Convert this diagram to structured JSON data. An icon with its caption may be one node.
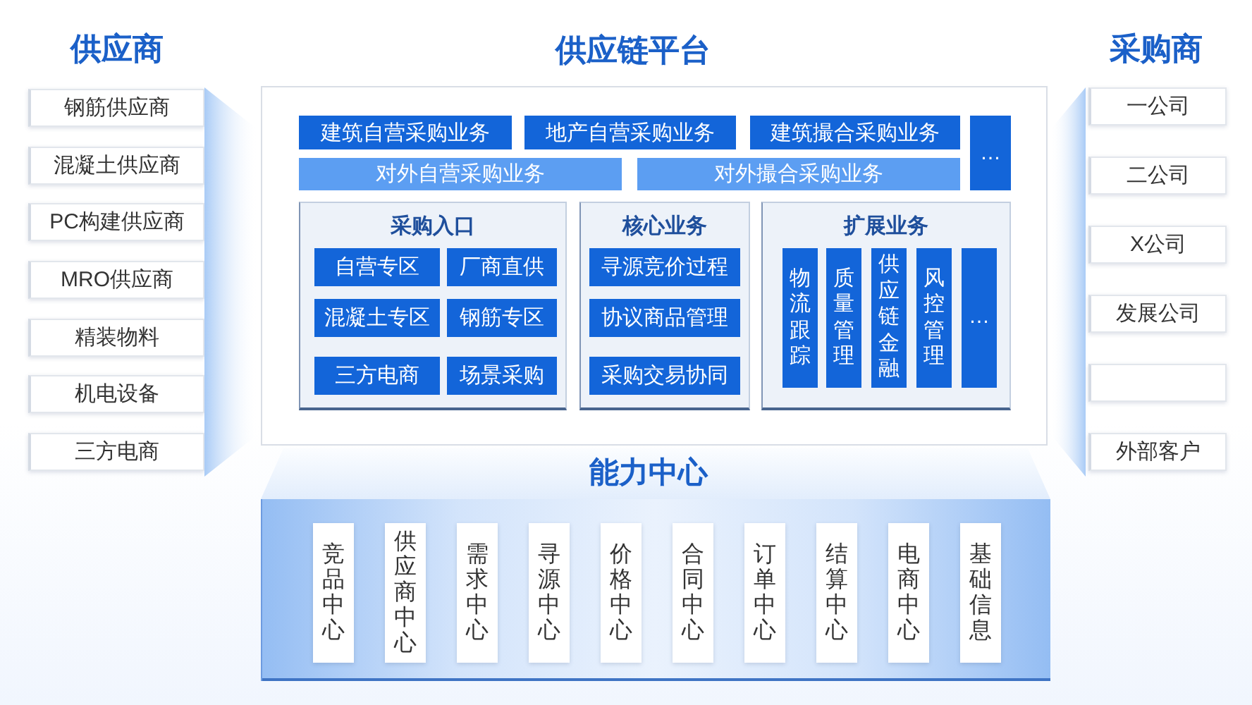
{
  "diagram": {
    "nodes": [
      {
        "text": [
          "钢筋供应商"
        ]
      },
      {
        "text": [
          "混凝土供应商"
        ]
      },
      {
        "text": [
          "PC构建供应商"
        ]
      },
      {
        "text": [
          "MRO供应商"
        ]
      },
      {
        "text": [
          "精装物料"
        ]
      },
      {
        "text": [
          "机电设备"
        ]
      },
      {
        "text": [
          "三方电商"
        ]
      },
      {
        "text": [
          "供应链平台"
        ]
      },
      {
        "text": [
          "建筑自营采购业务"
        ],
        "in": 7
      },
      {
        "text": [
          "地产自营采购业务"
        ],
        "in": 7
      },
      {
        "text": [
          "建筑撮合采购业务"
        ],
        "in": 7
      },
      {
        "text": [
          "…"
        ],
        "in": 7
      },
      {
        "text": [
          "对外自营采购业务"
        ],
        "in": 7
      },
      {
        "text": [
          "对外撮合采购业务"
        ],
        "in": 7
      },
      {
        "text": [
          "采购入口"
        ],
        "in": 7
      },
      {
        "text": [
          "自营专区"
        ],
        "in": 14
      },
      {
        "text": [
          "厂商直供"
        ],
        "in": 14
      },
      {
        "text": [
          "混凝土专区"
        ],
        "in": 14
      },
      {
        "text": [
          "钢筋专区"
        ],
        "in": 14
      },
      {
        "text": [
          "三方电商"
        ],
        "in": 14
      },
      {
        "text": [
          "场景采购"
        ],
        "in": 14
      },
      {
        "text": [
          "核心业务"
        ],
        "in": 7
      },
      {
        "text": [
          "寻源竞价过程"
        ],
        "in": 21
      },
      {
        "text": [
          "协议商品管理"
        ],
        "in": 21
      },
      {
        "text": [
          "采购交易协同"
        ],
        "in": 21
      },
      {
        "text": [
          "扩展业务"
        ],
        "in": 7
      },
      {
        "text": [
          "物流跟踪"
        ],
        "in": 25
      },
      {
        "text": [
          "质量管理"
        ],
        "in": 25
      },
      {
        "text": [
          "供应链金融"
        ],
        "in": 25
      },
      {
        "text": [
          "风控管理"
        ],
        "in": 25
      },
      {
        "text": [
          "…"
        ],
        "in": 25
      },
      {
        "text": [
          "一公司"
        ]
      },
      {
        "text": [
          "二公司"
        ]
      },
      {
        "text": [
          "X公司"
        ]
      },
      {
        "text": [
          "发展公司"
        ]
      },
      {
        "text": [],
        "shape": "box"
      },
      {
        "text": [
          "外部客户"
        ]
      },
      {
        "text": [
          "能力中心"
        ]
      },
      {
        "text": [
          "竞品中心"
        ],
        "in": 37
      },
      {
        "text": [
          "供应商中心"
        ],
        "in": 37
      },
      {
        "text": [
          "需求中心"
        ],
        "in": 37
      },
      {
        "text": [
          "寻源中心"
        ],
        "in": 37
      },
      {
        "text": [
          "价格中心"
        ],
        "in": 37
      },
      {
        "text": [
          "合同中心"
        ],
        "in": 37
      },
      {
        "text": [
          "订单中心"
        ],
        "in": 37
      },
      {
        "text": [
          "结算中心"
        ],
        "in": 37
      },
      {
        "text": [
          "电商中心"
        ],
        "in": 37
      },
      {
        "text": [
          "基础信息"
        ],
        "in": 37
      },
      {
        "text": [],
        "shape": "band"
      },
      {
        "text": [],
        "shape": "band"
      }
    ],
    "labels": [
      "供应商",
      "采购商"
    ]
  }
}
